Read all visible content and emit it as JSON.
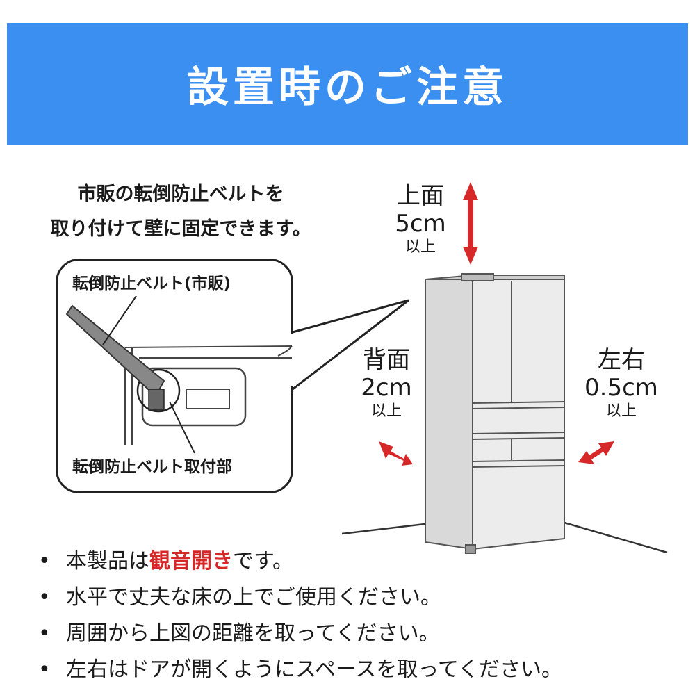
{
  "header": {
    "title": "設置時のご注意"
  },
  "intro": {
    "line1": "市販の転倒防止ベルトを",
    "line2": "取り付けて壁に固定できます。"
  },
  "callout": {
    "belt_label": "転倒防止ベルト(市販)",
    "mount_label": "転倒防止ベルト取付部"
  },
  "clearances": {
    "top": {
      "label": "上面",
      "value": "5cm",
      "suffix": "以上"
    },
    "back": {
      "label": "背面",
      "value": "2cm",
      "suffix": "以上"
    },
    "sides": {
      "label": "左右",
      "value": "0.5cm",
      "suffix": "以上"
    }
  },
  "notes": {
    "item1": {
      "before": "本製品は",
      "emphasis": "観音開き",
      "after": "です。"
    },
    "item2": "水平で丈夫な床の上でご使用ください。",
    "item3": "周囲から上図の距離を取ってください。",
    "item4": "左右はドアが開くようにスペースを取ってください。"
  },
  "colors": {
    "header_bg": "#3b8ff0",
    "arrow": "#d62828",
    "emphasis": "#d62828"
  }
}
